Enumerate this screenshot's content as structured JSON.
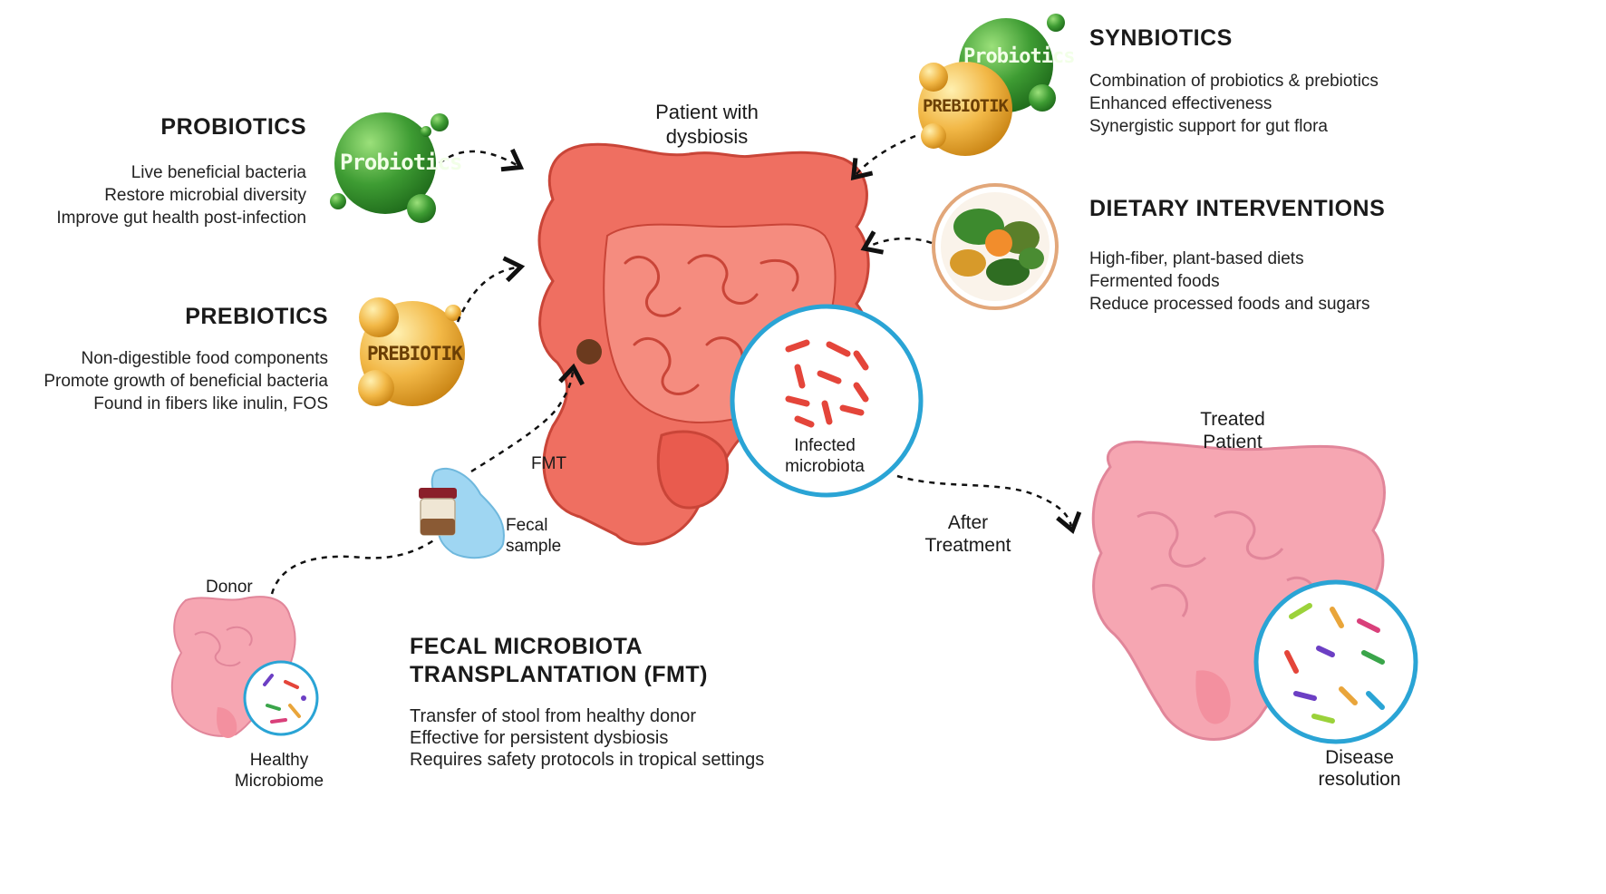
{
  "probiotics": {
    "title": "PROBIOTICS",
    "badge": "Probiotics",
    "lines": [
      "Live beneficial bacteria",
      "Restore microbial diversity",
      "Improve gut health post-infection"
    ]
  },
  "prebiotics": {
    "title": "PREBIOTICS",
    "badge": "PREBIOTIK",
    "lines": [
      "Non-digestible food components",
      "Promote growth of beneficial bacteria",
      "Found in fibers like inulin, FOS"
    ]
  },
  "synbiotics": {
    "title": "SYNBIOTICS",
    "badge_probiotics": "Probiotics",
    "badge_prebiotik": "PREBIOTIK",
    "lines": [
      "Combination of probiotics & prebiotics",
      "Enhanced effectiveness",
      "Synergistic support for gut flora"
    ]
  },
  "dietary": {
    "title": "DIETARY INTERVENTIONS",
    "lines": [
      "High-fiber, plant-based diets",
      "Fermented foods",
      "Reduce processed foods and sugars"
    ]
  },
  "fmt": {
    "title_line1": "FECAL MICROBIOTA",
    "title_line2": "TRANSPLANTATION (FMT)",
    "lines": [
      "Transfer of stool from healthy donor",
      "Effective for persistent dysbiosis",
      "Requires safety protocols in tropical settings"
    ]
  },
  "labels": {
    "patient_line1": "Patient with",
    "patient_line2": "dysbiosis",
    "infected_line1": "Infected",
    "infected_line2": "microbiota",
    "fmt_arrow": "FMT",
    "fecal_line1": "Fecal",
    "fecal_line2": "sample",
    "donor": "Donor",
    "healthy_line1": "Healthy",
    "healthy_line2": "Microbiome",
    "after_line1": "After",
    "after_line2": "Treatment",
    "treated_line1": "Treated",
    "treated_line2": "Patient",
    "resolution_line1": "Disease",
    "resolution_line2": "resolution"
  },
  "colors": {
    "dysbiosis_gut": "#ef6f61",
    "healthy_gut": "#f6a6b2",
    "probiotic_green": "#3f9a35",
    "prebiotic_gold": "#e8a83a",
    "circle_outline": "#2aa4d5",
    "bacteria_red": "#e4453a"
  },
  "icons": [
    "probiotics-capsule-icon",
    "prebiotik-capsule-icon",
    "food-plate-icon",
    "gloved-hand-icon",
    "stool-sample-jar-icon",
    "bacteria-icon"
  ]
}
